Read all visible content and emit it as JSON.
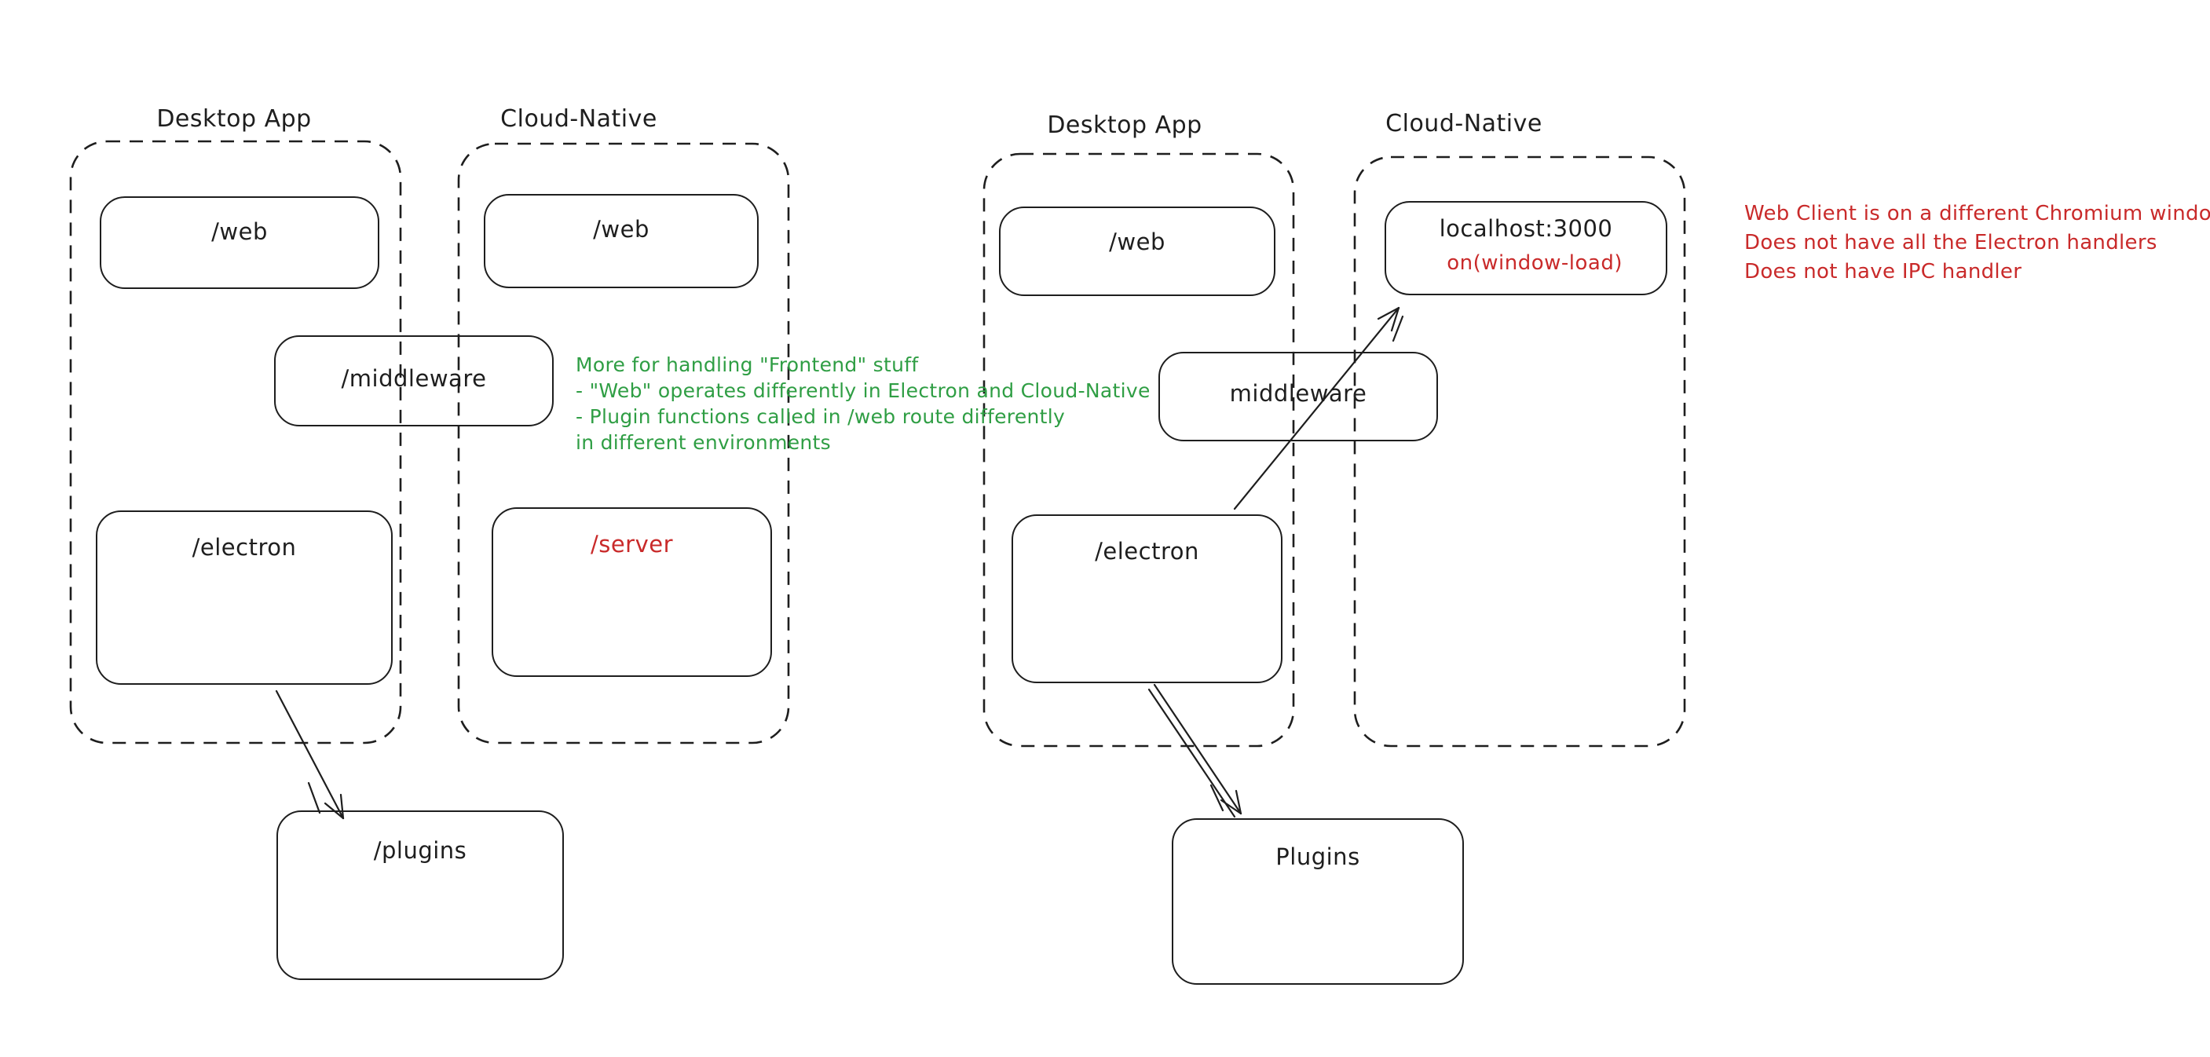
{
  "palette": {
    "bg": "#ffffff",
    "ink": "#1e1e1e",
    "green": "#2f9e44",
    "red": "#c92a2a"
  },
  "left_diagram": {
    "desktop_label": "Desktop App",
    "cloud_label": "Cloud-Native",
    "web_desktop_label": "/web",
    "web_cloud_label": "/web",
    "middleware_label": "/middleware",
    "electron_label": "/electron",
    "server_label": "/server",
    "plugins_label": "/plugins"
  },
  "right_diagram": {
    "desktop_label": "Desktop App",
    "cloud_label": "Cloud-Native",
    "web_desktop_label": "/web",
    "localhost_label": "localhost:3000",
    "window_load_label": "on(window-load)",
    "middleware_label": "middleware",
    "electron_label": "/electron",
    "plugins_label": "Plugins"
  },
  "green_note": {
    "lines": [
      "More for handling \"Frontend\" stuff",
      "- \"Web\" operates differently in Electron and Cloud-Native",
      "- Plugin functions called in /web route differently",
      "in different environments"
    ]
  },
  "red_note": {
    "lines": [
      "Web Client is on a different Chromium window",
      "Does not have all the Electron handlers",
      "Does not have IPC handler"
    ]
  }
}
